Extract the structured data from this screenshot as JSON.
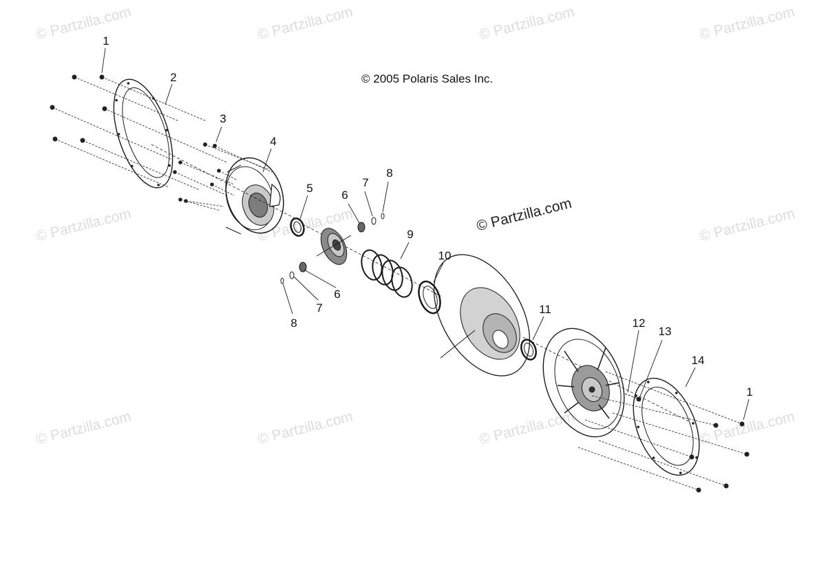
{
  "copyright": "© 2005 Polaris Sales Inc.",
  "center_watermark": "© Partzilla.com",
  "background_watermark": "© Partzilla.com",
  "callouts": [
    "1",
    "2",
    "3",
    "4",
    "5",
    "6",
    "7",
    "8",
    "9",
    "10",
    "11",
    "6",
    "7",
    "8",
    "12",
    "13",
    "14",
    "1"
  ],
  "colors": {
    "line": "#1a1a1a",
    "shade": "#9a9a9a",
    "watermark": "#dcdcdc"
  }
}
